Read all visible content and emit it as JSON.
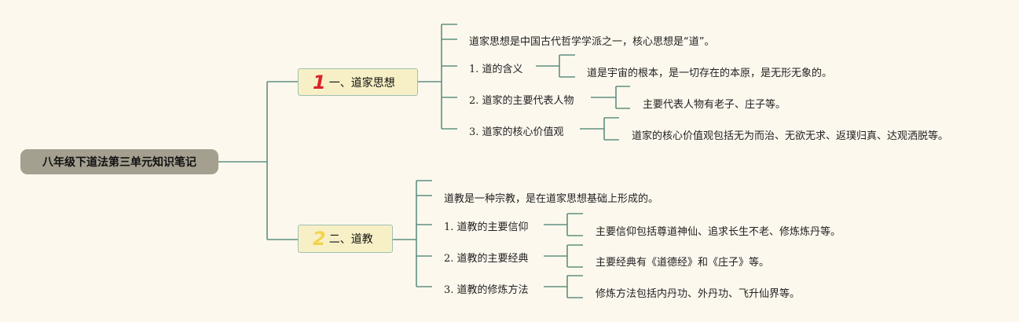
{
  "root": {
    "label": "八年级下道法第三单元知识笔记"
  },
  "branches": [
    {
      "number": "1",
      "label": "一、道家思想",
      "intro": "道家思想是中国古代哲学学派之一，核心思想是“道”。",
      "items": [
        {
          "label": "1. 道的含义",
          "detail": "道是宇宙的根本，是一切存在的本原，是无形无象的。"
        },
        {
          "label": "2. 道家的主要代表人物",
          "detail": "主要代表人物有老子、庄子等。"
        },
        {
          "label": "3. 道家的核心价值观",
          "detail": "道家的核心价值观包括无为而治、无欲无求、返璞归真、达观洒脱等。"
        }
      ]
    },
    {
      "number": "2",
      "label": "二、道教",
      "intro": "道教是一种宗教，是在道家思想基础上形成的。",
      "items": [
        {
          "label": "1. 道教的主要信仰",
          "detail": "主要信仰包括尊道神仙、追求长生不老、修炼炼丹等。"
        },
        {
          "label": "2. 道教的主要经典",
          "detail": "主要经典有《道德经》和《庄子》等。"
        },
        {
          "label": "3. 道教的修炼方法",
          "detail": "修炼方法包括内丹功、外丹功、飞升仙界等。"
        }
      ]
    }
  ],
  "colors": {
    "background": "#fdf8ee",
    "connector": "#5f8f80",
    "root_fill": "#a49f8f",
    "branch_fill": "#f7f0c6",
    "num1": "#d8232a",
    "num2": "#f2d34b"
  }
}
